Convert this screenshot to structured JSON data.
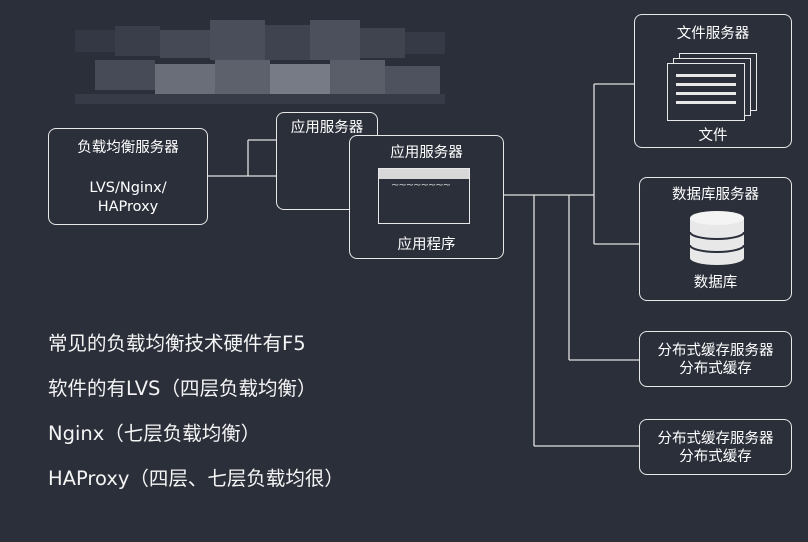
{
  "diagram": {
    "load_balancer": {
      "title": "负载均衡服务器",
      "line1": "LVS/Nginx/",
      "line2": "HAProxy"
    },
    "app_server_back": {
      "title": "应用服务器"
    },
    "app_server_front": {
      "title": "应用服务器",
      "caption": "应用程序",
      "screen_text": "~~~~~~~~"
    },
    "file_server": {
      "title": "文件服务器",
      "caption": "文件"
    },
    "db_server": {
      "title": "数据库服务器",
      "caption": "数据库"
    },
    "cache_server_1": {
      "title": "分布式缓存服务器",
      "caption": "分布式缓存"
    },
    "cache_server_2": {
      "title": "分布式缓存服务器",
      "caption": "分布式缓存"
    }
  },
  "notes": [
    "常见的负载均衡技术硬件有F5",
    "软件的有LVS（四层负载均衡）",
    "Nginx（七层负载均衡）",
    "HAProxy（四层、七层负载均很）"
  ],
  "colors": {
    "background": "#2b2f3a",
    "stroke": "#e8e8e8",
    "text": "#ffffff"
  }
}
